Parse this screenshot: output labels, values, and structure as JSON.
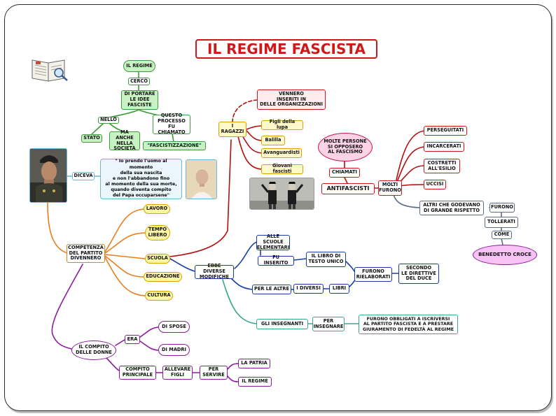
{
  "title": "IL REGIME FASCISTA",
  "colors": {
    "title_red": "#d01818",
    "green_branch": "#3f9b3b",
    "orange_branch": "#e77f1e",
    "red_branch": "#b01010",
    "blue_branch": "#1a3ea8",
    "teal_branch": "#3aa88d",
    "purple_branch": "#8a1c9c",
    "grey_branch": "#5d6d86"
  },
  "illustrations": {
    "book": "book-magnifier-icon",
    "portrait_mussolini": "portrait-mussolini",
    "portrait_pope": "portrait-pope",
    "photo_children": "photo-children-uniform"
  },
  "nodes": {
    "il_regime": "IL REGIME",
    "cerco": "CERCÒ",
    "di_portare": "DI PORTARE\nLE IDEE\nFASCISTE",
    "nello": "NELLO",
    "questo_processo": "QUESTO\nPROCESSO\nFU CHIAMATO",
    "stato": "STATO",
    "ma_anche": "MA ANCHE\nNELLA\nSOCIETÀ",
    "fascistizzazione": "\"FASCISTIZZAZIONE\"",
    "diceva": "DICEVA",
    "quote": "\" Io prendo l'uomo al momento\ndella sua nascita\ne non l'abbandono fino\nal momento della sua morte,\nquando diventa compito\ndel Papa occuparsene\"",
    "competenza": "COMPETENZA\nDEL PARTITO\nDIVENNERO",
    "lavoro": "LAVORO",
    "tempo_libero": "TEMPO\nLIBERO",
    "scuola": "SCUOLA",
    "educazione": "EDUCAZIONE",
    "cultura": "CULTURA",
    "i_ragazzi": "I\nRAGAZZI",
    "vennero": "VENNERO\nINSERITI IN\nDELLE ORGANIZZAZIONI",
    "figli_lupa": "Figli della lupa",
    "balilla": "Balilla",
    "avanguardisti": "Avanguardisti",
    "giovani_fascisti": "Giovani fascisti",
    "molte_persone": "MOLTE PERSONE\nSI OPPOSERO\nAL FASCISMO",
    "chiamati": "CHIAMATI",
    "antifascisti": "ANTIFASCISTI",
    "molti_furono": "MOLTI\nFURONO",
    "perseguitati": "PERSEGUITATI",
    "incarcerati": "INCARCERATI",
    "costretti": "COSTRETTI\nALL'ESILIO",
    "uccisi": "UCCISI",
    "altri_che": "ALTRI CHE GODEVANO\nDI GRANDE RISPETTO",
    "furono": "FURONO",
    "tollerati": "TOLLERATI",
    "come": "COME",
    "benedetto": "BENEDETTO CROCE",
    "ebbe_diverse": "EBBE DIVERSE\nMODIFICHE",
    "alle_scuole": "ALLE SCUOLE\nELEMENTARI",
    "fu_inserito": "FU INSERITO",
    "il_libro": "IL LIBRO DI\nTESTO UNICO",
    "per_le_altre": "PER LE ALTRE",
    "i_diversi": "I DIVERSI",
    "libri": "LIBRI",
    "furono_rielaborati": "FURONO\nRIELABORATI",
    "secondo": "SECONDO\nLE DIRETTIVE\nDEL DUCE",
    "gli_insegnanti": "GLI INSEGNANTI",
    "per_insegnare": "PER\nINSEGNARE",
    "furono_obbligati": "FURONO OBBLIGATI A ISCRIVERSI\nAL PARTITO FASCISTA E A PRESTARE\nGIURAMENTO DI FEDELTÀ AL REGIME",
    "compito_donne": "IL COMPITO\nDELLE DONNE",
    "era": "ERA",
    "di_spose": "DI SPOSE",
    "di_madri": "DI MADRI",
    "compito_principale": "COMPITO\nPRINCIPALE",
    "allevare": "ALLEVARE\nFIGLI",
    "per_servire": "PER\nSERVIRE",
    "la_patria": "LA PATRIA",
    "il_regime_2": "IL REGIME"
  }
}
